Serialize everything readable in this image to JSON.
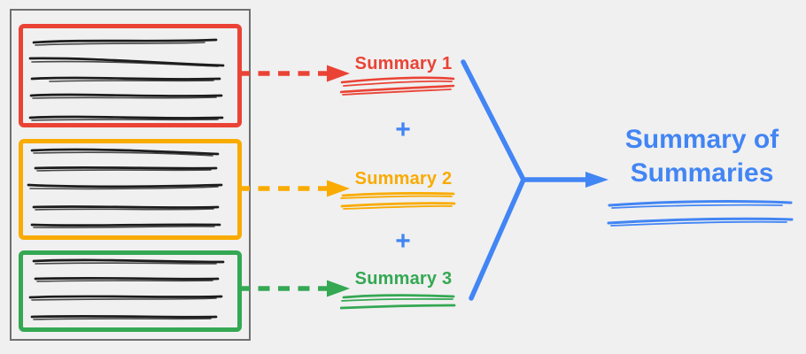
{
  "diagram_title": "map-reduce summarization diagram",
  "document": {
    "chunks": [
      {
        "name": "document chunk 1",
        "color": "#EA4335",
        "text_lines": 5
      },
      {
        "name": "document chunk 2",
        "color": "#F9AB00",
        "text_lines": 5
      },
      {
        "name": "document chunk 3",
        "color": "#34A853",
        "text_lines": 4
      }
    ]
  },
  "summaries": [
    {
      "label": "Summary 1",
      "color": "#EA4335"
    },
    {
      "label": "Summary 2",
      "color": "#F9AB00"
    },
    {
      "label": "Summary 3",
      "color": "#34A853"
    }
  ],
  "operators": {
    "plus": "+"
  },
  "result": {
    "title_line1": "Summary of",
    "title_line2": "Summaries",
    "color": "#4285F4"
  },
  "colors": {
    "background": "#f0f0f0",
    "document_border": "#6f6f6f",
    "ink": "#1c1c1c",
    "red": "#EA4335",
    "orange": "#F9AB00",
    "green": "#34A853",
    "blue": "#4285F4"
  }
}
